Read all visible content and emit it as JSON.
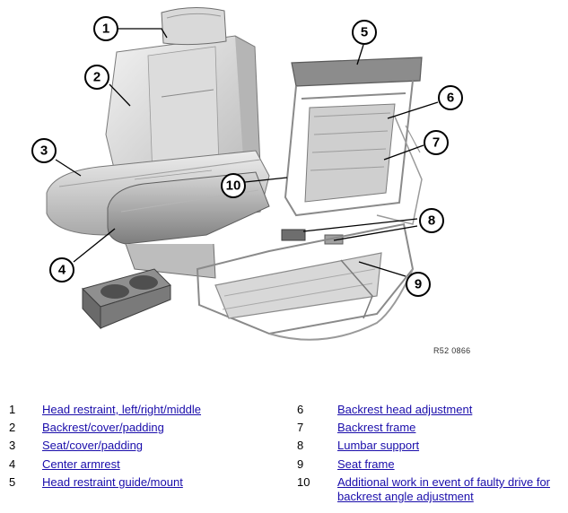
{
  "figure": {
    "code": "R52 0866",
    "callouts": [
      "1",
      "2",
      "3",
      "4",
      "5",
      "6",
      "7",
      "8",
      "9",
      "10"
    ]
  },
  "legend": [
    {
      "num": "1",
      "label": "Head restraint, left/right/middle"
    },
    {
      "num": "2",
      "label": "Backrest/cover/padding"
    },
    {
      "num": "3",
      "label": "Seat/cover/padding"
    },
    {
      "num": "4",
      "label": "Center armrest"
    },
    {
      "num": "5",
      "label": "Head restraint guide/mount"
    },
    {
      "num": "6",
      "label": "Backrest head adjustment"
    },
    {
      "num": "7",
      "label": "Backrest frame"
    },
    {
      "num": "8",
      "label": "Lumbar support"
    },
    {
      "num": "9",
      "label": "Seat frame"
    },
    {
      "num": "10",
      "label": "Additional work in event of faulty drive for backrest angle adjustment"
    }
  ],
  "colors": {
    "link": "#1a0dab",
    "seat_light": "#e6e6e6",
    "seat_mid": "#c8c8c8",
    "seat_dark": "#8c8c8c",
    "frame": "#9a9a9a"
  }
}
